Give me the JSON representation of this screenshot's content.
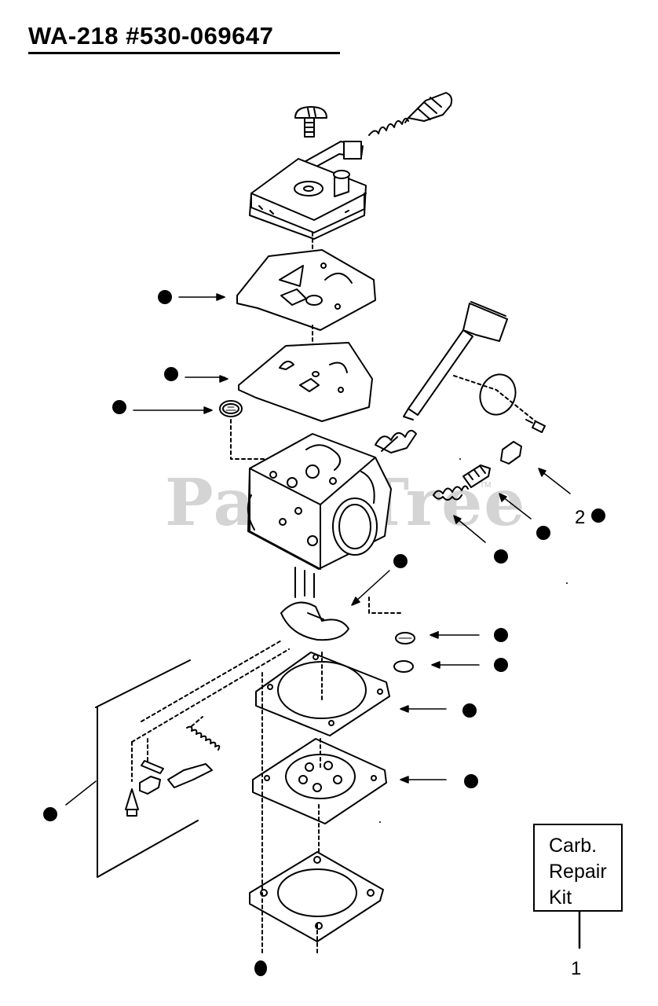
{
  "title": "WA-218  #530-069647",
  "watermark": "PartsTree",
  "watermark_mark": "TM",
  "kit_box": {
    "lines": [
      "Carb.",
      "Repair",
      "Kit"
    ]
  },
  "callouts": {
    "kit_number": "1",
    "part_number_2": "2"
  },
  "colors": {
    "ink": "#000000",
    "watermark": "#d4d4d4",
    "background": "#ffffff"
  }
}
